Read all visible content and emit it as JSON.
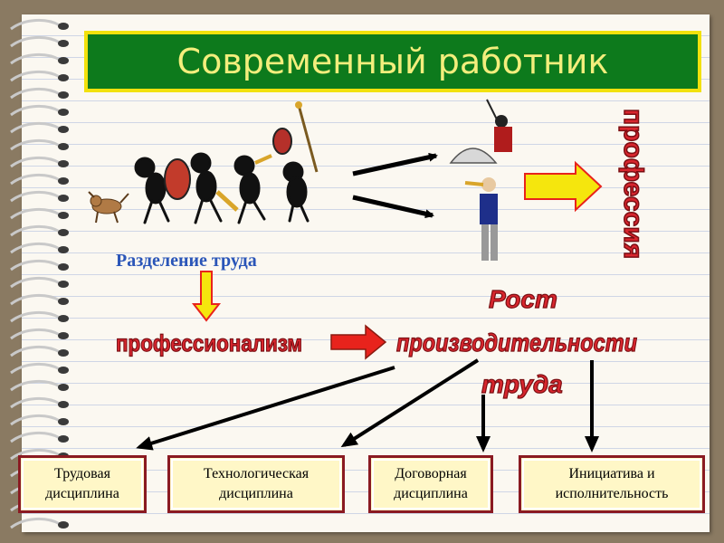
{
  "title": "Современный работник",
  "label_division": "Разделение труда",
  "label_profession": "профессия",
  "label_professionalism": "профессионализм",
  "label_growth": [
    "Рост",
    "производительности",
    "труда"
  ],
  "boxes": [
    {
      "line1": "Трудовая",
      "line2": "дисциплина"
    },
    {
      "line1": "Технологическая",
      "line2": "дисциплина"
    },
    {
      "line1": "Договорная",
      "line2": "дисциплина"
    },
    {
      "line1": "Инициатива и",
      "line2": "исполнительность"
    }
  ],
  "colors": {
    "title_bg": "#0d7a1c",
    "title_border": "#f2e10c",
    "title_text": "#f3ee7c",
    "word_art_fill": "#d8262e",
    "box_border": "#8a1a22",
    "box_fill": "#fff7c7",
    "yellow_arrow": "#f5e60d",
    "red_arrow": "#e8231c",
    "label_blue": "#2a55b8"
  }
}
